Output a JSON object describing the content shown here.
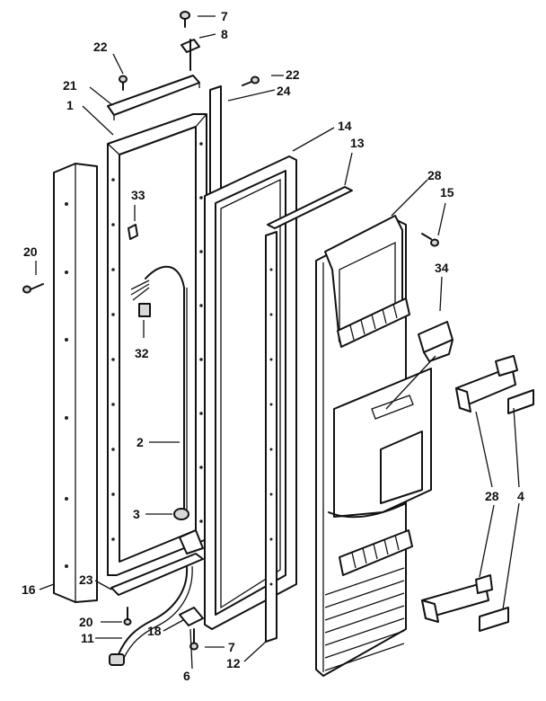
{
  "callouts": {
    "c7_top": "7",
    "c8": "8",
    "c22_left": "22",
    "c22_right": "22",
    "c21": "21",
    "c24": "24",
    "c1": "1",
    "c14": "14",
    "c13": "13",
    "c28_top": "28",
    "c15": "15",
    "c33": "33",
    "c20_left": "20",
    "c34": "34",
    "c32": "32",
    "c2": "2",
    "c3": "3",
    "c28_bottom": "28",
    "c4": "4",
    "c16": "16",
    "c23": "23",
    "c20_bottom": "20",
    "c11": "11",
    "c18": "18",
    "c6": "6",
    "c7_bottom": "7",
    "c12": "12"
  }
}
